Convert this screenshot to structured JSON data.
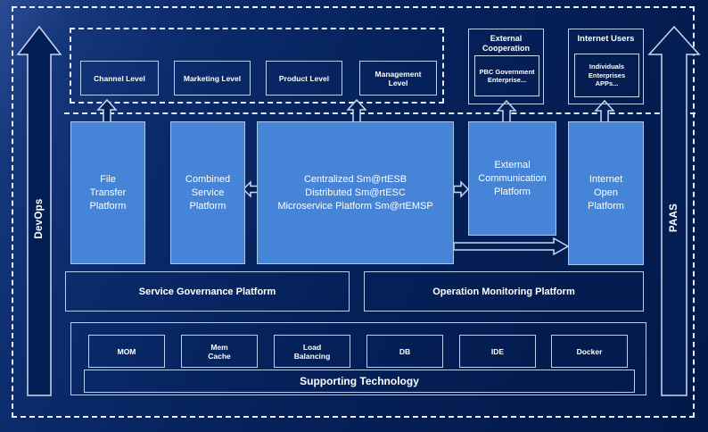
{
  "colors": {
    "background": "#04205a",
    "platform_blue": "#4584d6",
    "border_light": "#b9cfeb",
    "dashed_line": "#e9eff9",
    "text": "#ffffff"
  },
  "side": {
    "left_label": "DevOps",
    "right_label": "PAAS"
  },
  "top_levels": [
    "Channel Level",
    "Marketing Level",
    "Product Level",
    "Management Level"
  ],
  "external_cooperation": {
    "title": "External Cooperation",
    "members": "PBC Government Enterprise..."
  },
  "internet_users": {
    "title": "Internet Users",
    "members": "Individuals Enterprises APPs..."
  },
  "platforms": {
    "file_transfer": "File Transfer Platform",
    "combined_service": "Combined Service Platform",
    "central_lines": [
      "Centralized Sm@rtESB",
      "Distributed Sm@rtESC",
      "Microservice Platform Sm@rtEMSP"
    ],
    "external_communication": "External Communication Platform",
    "internet_open": "Internet Open Platform"
  },
  "governance": {
    "service": "Service Governance Platform",
    "operation": "Operation Monitoring Platform"
  },
  "supporting": {
    "techs": [
      "MOM",
      "Mem Cache",
      "Load Balancing",
      "DB",
      "IDE",
      "Docker"
    ],
    "label": "Supporting Technology"
  }
}
